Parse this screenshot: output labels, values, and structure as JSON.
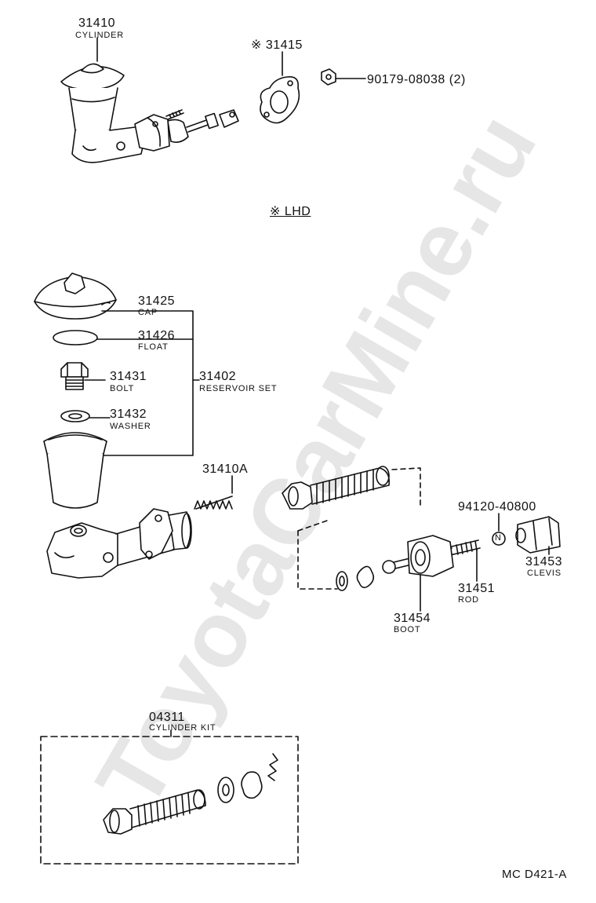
{
  "watermark": "ToyotaCarMine.ru",
  "lhd_note": "※ LHD",
  "diagram_code": "MC D421-A",
  "parts": {
    "p31410": {
      "number": "31410",
      "name": "CYLINDER"
    },
    "p31415": {
      "number": "※ 31415"
    },
    "p90179": {
      "number": "90179-08038 (2)"
    },
    "p31425": {
      "number": "31425",
      "name": "CAP"
    },
    "p31426": {
      "number": "31426",
      "name": "FLOAT"
    },
    "p31431": {
      "number": "31431",
      "name": "BOLT"
    },
    "p31432": {
      "number": "31432",
      "name": "WASHER"
    },
    "p31402": {
      "number": "31402",
      "name": "RESERVOIR SET"
    },
    "p31410A": {
      "number": "31410A"
    },
    "p94120": {
      "number": "94120-40800"
    },
    "p31453": {
      "number": "31453",
      "name": "CLEVIS"
    },
    "p31451": {
      "number": "31451",
      "name": "ROD"
    },
    "p31454": {
      "number": "31454",
      "name": "BOOT"
    },
    "p04311": {
      "number": "04311",
      "name": "CYLINDER KIT"
    }
  },
  "nut_marker": "N"
}
